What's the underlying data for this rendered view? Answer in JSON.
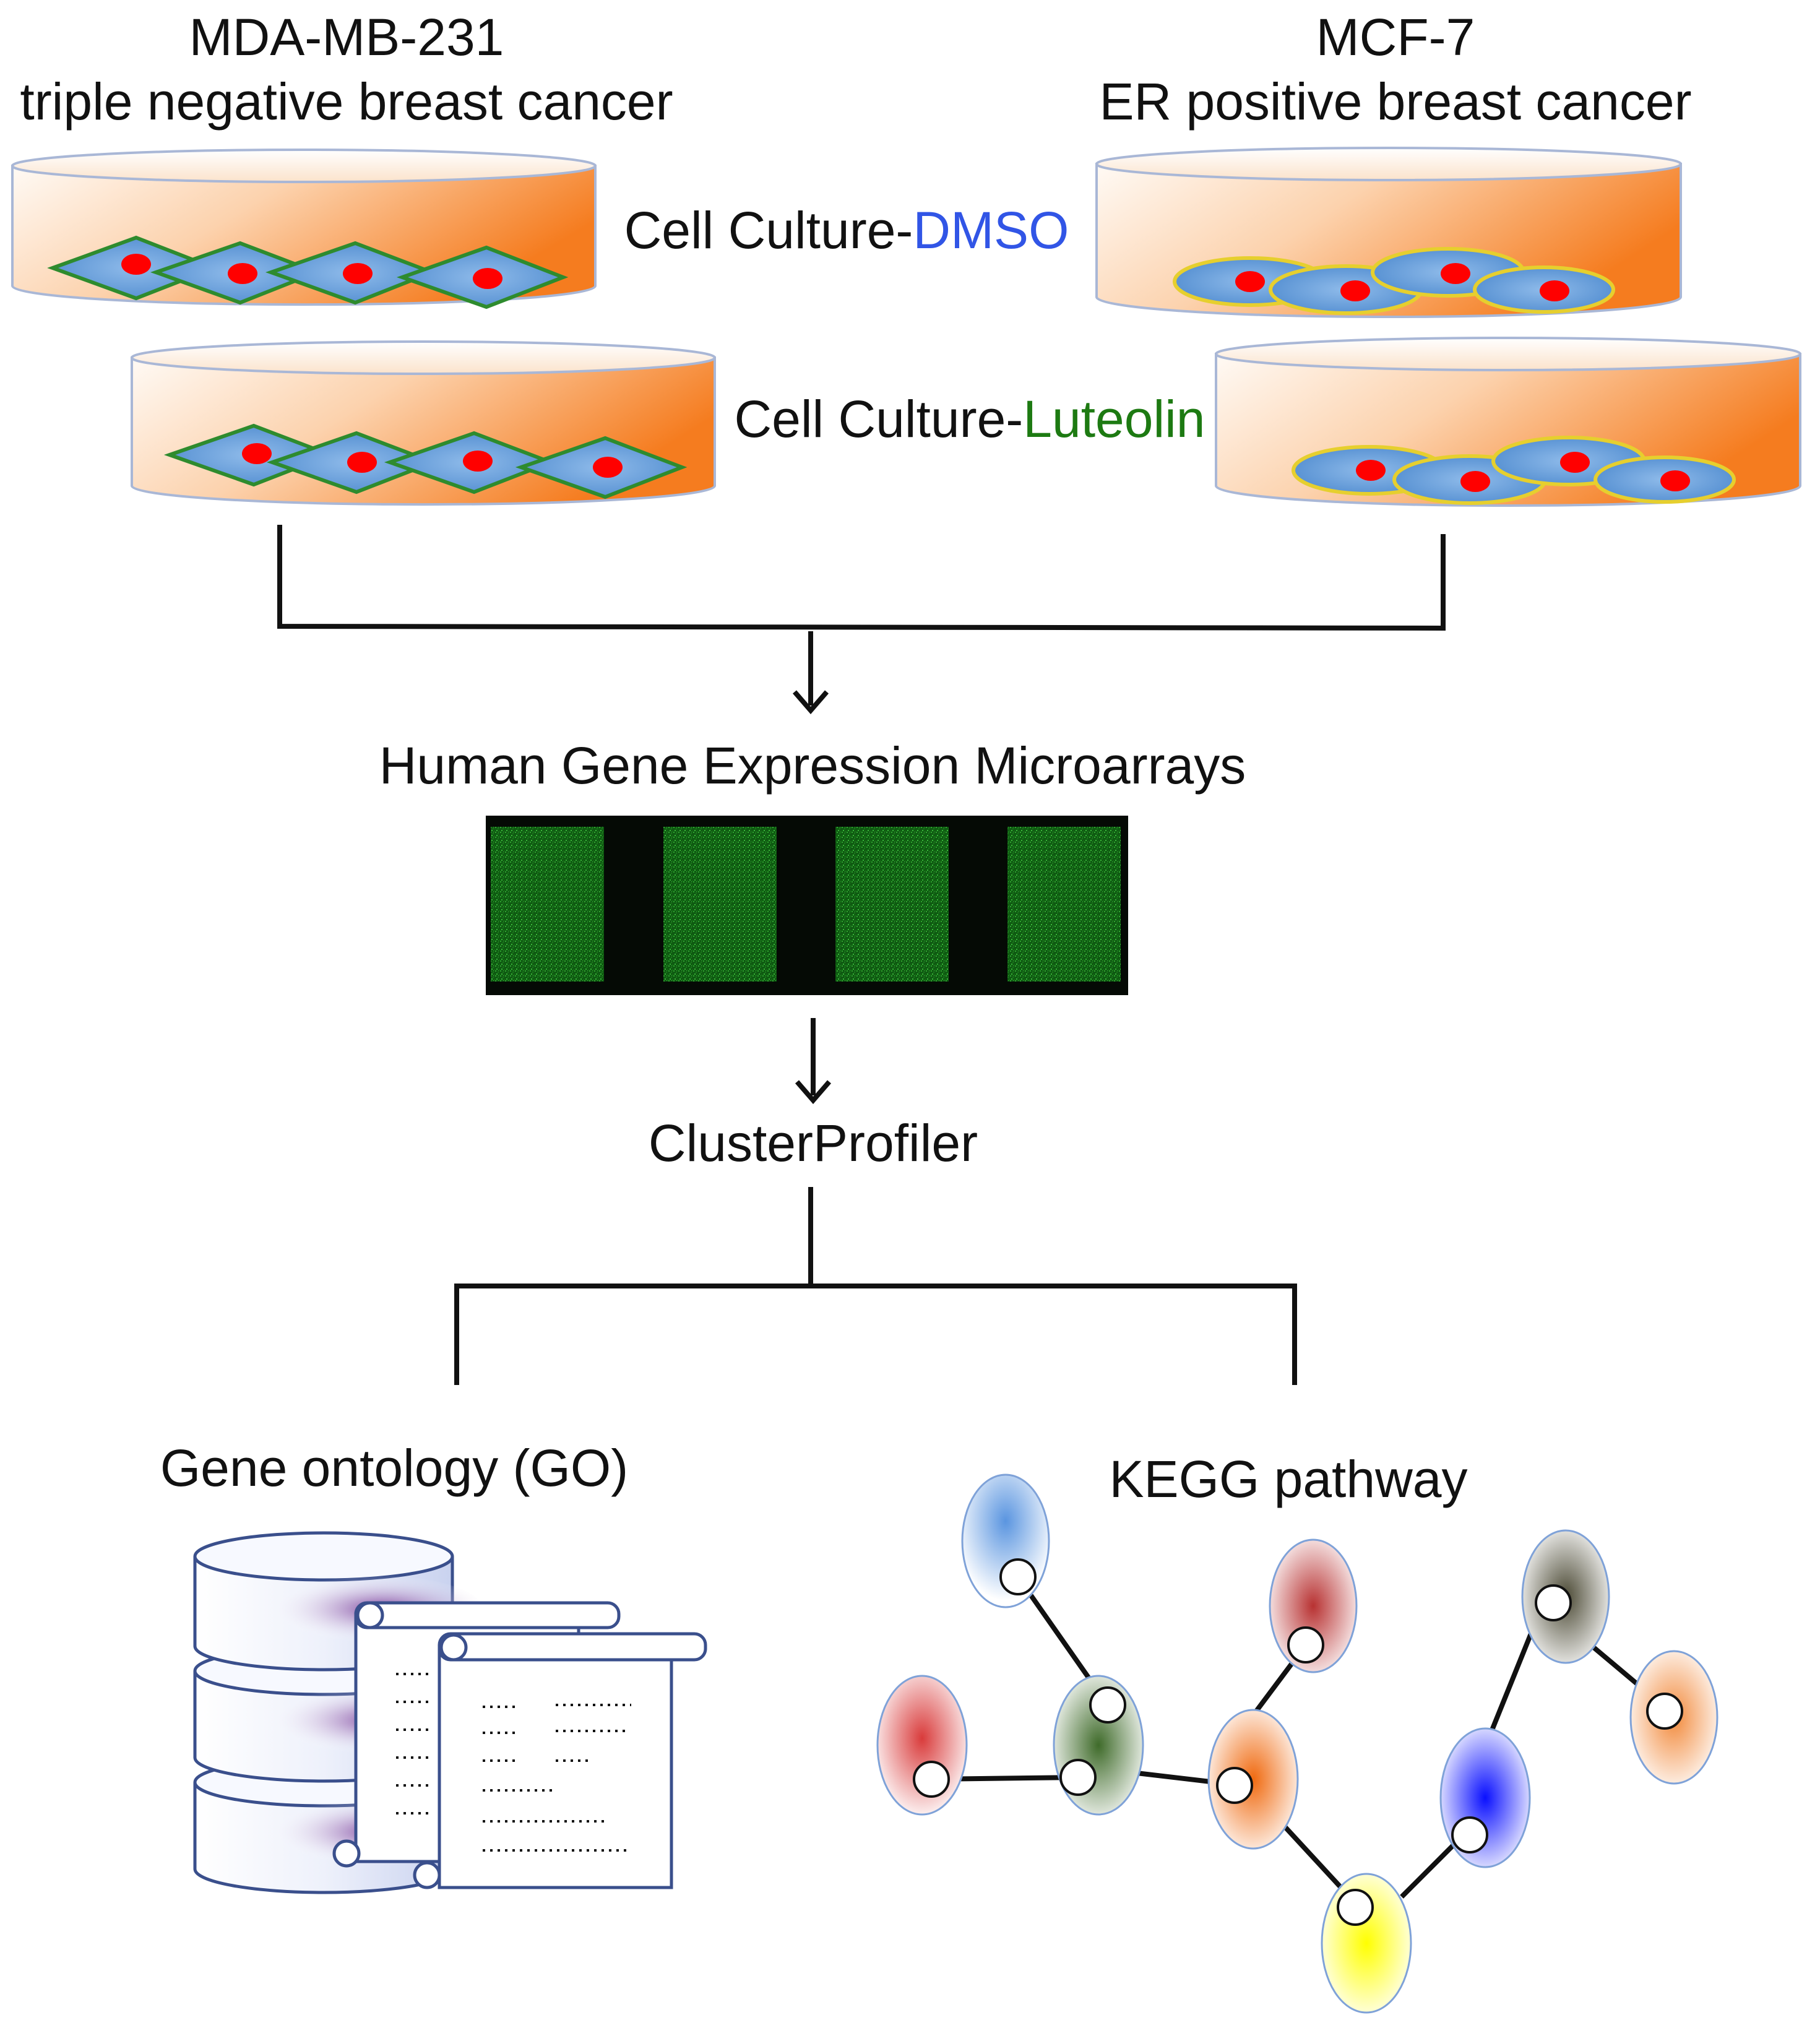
{
  "top_labels": {
    "left_line1": "MDA-MB-231",
    "left_line2": "triple negative breast cancer",
    "right_line1": "MCF-7",
    "right_line2": "ER positive breast cancer"
  },
  "cultures": {
    "dmso_prefix": "Cell Culture-",
    "dmso_agent": "DMSO",
    "luteolin_prefix": "Cell Culture-",
    "luteolin_agent": "Luteolin"
  },
  "microarray": {
    "title": "Human Gene Expression Microarrays"
  },
  "analysis": {
    "tool": "ClusterProfiler"
  },
  "outputs": {
    "go_label": "Gene ontology (GO)",
    "kegg_label": "KEGG pathway"
  },
  "colors": {
    "dmso_text": "#3155e6",
    "luteolin_text": "#1d7a12",
    "dish_orange": "#f58220",
    "cell_blue": "#5b9bd5",
    "nucleus_red": "#ff0000",
    "array_green": "#1f8c1f"
  },
  "icons": [
    "petri-dish-icon",
    "cell-icon",
    "microarray-chip-icon",
    "database-icon",
    "document-scroll-icon",
    "pathway-network-icon"
  ]
}
